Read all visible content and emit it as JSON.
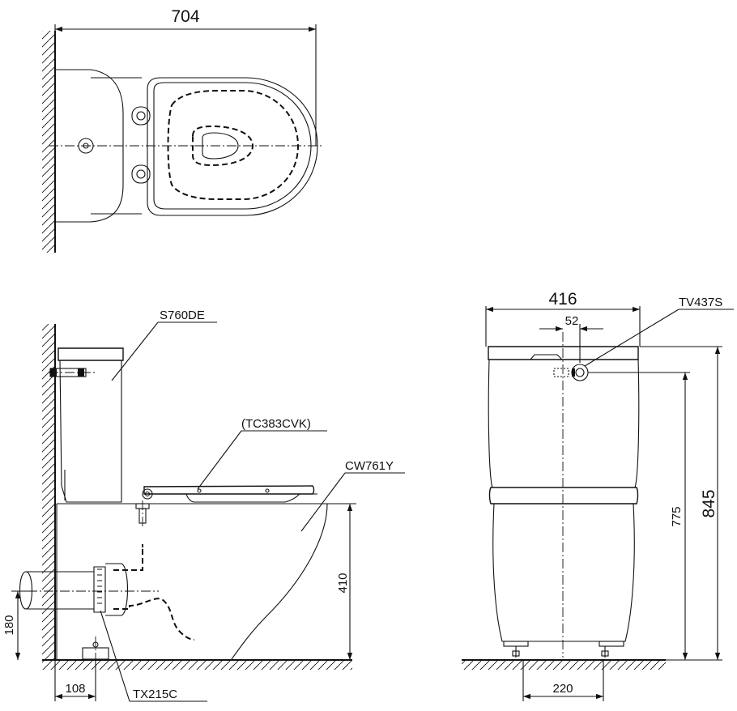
{
  "dimensions": {
    "overall_depth": "704",
    "tank_width": "416",
    "valve_offset": "52",
    "overall_height": "845",
    "tank_inlet_height": "775",
    "seat_height": "410",
    "pipe_height": "180",
    "wall_to_outlet": "108",
    "feet_spacing": "220"
  },
  "part_labels": {
    "tank": "S760DE",
    "seat": "(TC383CVK)",
    "bowl": "CW761Y",
    "fill_valve": "TV437S",
    "trap_adapter": "TX215C"
  }
}
